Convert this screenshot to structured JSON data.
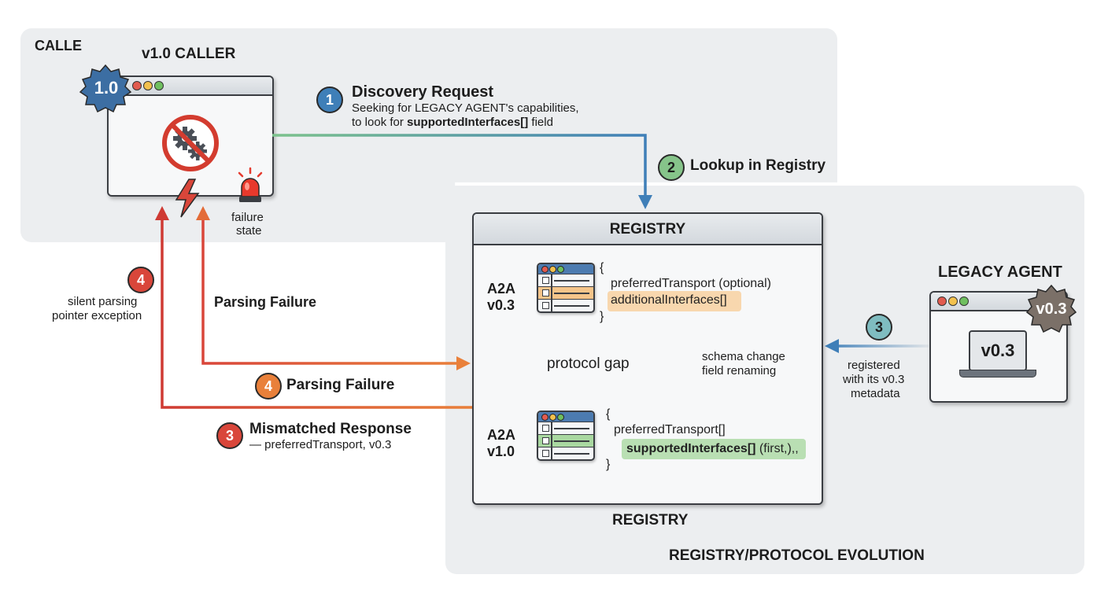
{
  "caller_panel": {
    "corner_label": "CALLE",
    "title": "v1.0 CALLER",
    "version_badge": "1.0",
    "failure_label_line1": "failure",
    "failure_label_line2": "state"
  },
  "registry_panel": {
    "registry_title": "REGISTRY",
    "registry_caption": "REGISTRY",
    "footer_label": "REGISTRY/PROTOCOL EVOLUTION",
    "v03": {
      "label_line1": "A2A",
      "label_line2": "v0.3",
      "brace_open": "{",
      "field1": "preferredTransport (optional)",
      "field2": "additionalInterfaces[]",
      "brace_close": "}"
    },
    "v10": {
      "label_line1": "A2A",
      "label_line2": "v1.0",
      "brace_open": "{",
      "field1": "preferredTransport[]",
      "field2_bold": "supportedInterfaces[]",
      "field2_rest": " (first,),,",
      "brace_close": "}"
    },
    "protocol_gap": "protocol gap",
    "schema_line1": "schema change",
    "schema_line2": "field renaming"
  },
  "legacy_agent": {
    "title": "LEGACY AGENT",
    "badge": "v0.3",
    "screen_label": "v0.3"
  },
  "steps": {
    "discovery": {
      "number": "1",
      "title": "Discovery Request",
      "line1": "Seeking for LEGACY AGENT's capabilities,",
      "line2_prefix": "to look for ",
      "line2_bold": "supportedInterfaces[]",
      "line2_suffix": " field"
    },
    "lookup": {
      "number": "2",
      "title": "Lookup in Registry"
    },
    "registered": {
      "number": "3",
      "line1": "registered",
      "line2": "with its v0.3",
      "line3": "metadata"
    },
    "mismatched": {
      "number": "3",
      "title": "Mismatched Response",
      "subtitle": "— preferredTransport, v0.3"
    },
    "parsing_failure_orange": {
      "number": "4",
      "title": "Parsing Failure"
    },
    "parsing_failure_upper": {
      "title": "Parsing Failure"
    },
    "silent": {
      "number": "4",
      "line1": "silent parsing",
      "line2": "pointer exception"
    }
  },
  "colors": {
    "blue": "#3f7fb8",
    "green_badge": "#86c48a",
    "teal_badge": "#7fbcc0",
    "red": "#d9463a",
    "orange": "#e9803a",
    "orange_highlight": "#f8d7ae",
    "green_highlight": "#b9dfb3",
    "panel_gray": "#eceef0"
  },
  "icons": {
    "caller_icon": "gear-prohibited-icon",
    "alarm": "red-siren-icon",
    "failure": "lightning-bolt-icon"
  }
}
